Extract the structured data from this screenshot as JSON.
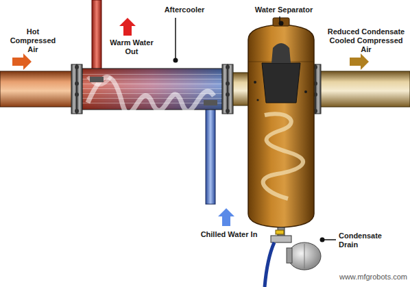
{
  "diagram": {
    "labels": [
      "Hot Compressed Air",
      "Warm Water Out",
      "Aftercooler",
      "Water Separator",
      "Reduced Condensate Cooled Compressed Air",
      "Chilled Water In",
      "Condensate Drain",
      "www.mfgrobots.com"
    ]
  }
}
